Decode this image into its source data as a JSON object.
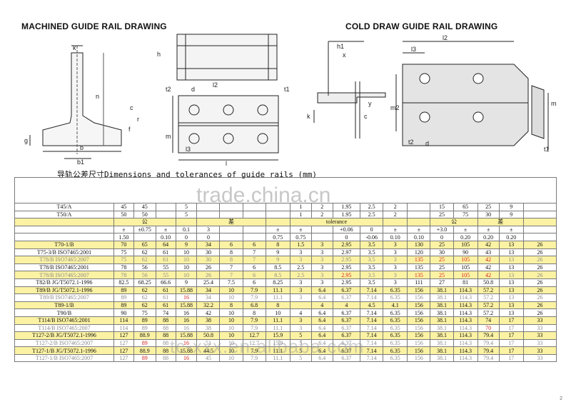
{
  "headings": {
    "left": "MACHINED GUIDE RAIL DRAWING",
    "right": "COLD DRAW GUIDE RAIL DRAWING"
  },
  "caption": "导轨公差尺寸Dimensions and tolerances of guide rails   (mm)",
  "watermarks": {
    "top": "trade.china.cn",
    "bottom": "tc-xxx.en.alibaba.com"
  },
  "drawing_labels": {
    "left_profile": [
      "k",
      "h",
      "n",
      "c",
      "f",
      "r",
      "g",
      "b1",
      "b"
    ],
    "middle": [
      "t2",
      "d",
      "t1",
      "l2",
      "m",
      "l3",
      "l"
    ],
    "right_profile": [
      "h1",
      "x",
      "y",
      "k",
      "c"
    ],
    "right_plate": [
      "l2",
      "l3",
      "m2",
      "m1",
      "t2",
      "d",
      "t1"
    ]
  },
  "page_number": "2",
  "table": {
    "top_rows": [
      [
        "T45/A",
        "45",
        "45",
        "",
        "5",
        "",
        "",
        "",
        "",
        "1",
        "2",
        "1.95",
        "2.5",
        "2",
        "",
        "15",
        "65",
        "25",
        "9",
        ""
      ],
      [
        "T50/A",
        "50",
        "50",
        "",
        "5",
        "",
        "",
        "",
        "",
        "1",
        "2",
        "1.95",
        "2.5",
        "2",
        "",
        "25",
        "75",
        "30",
        "9",
        ""
      ]
    ],
    "hdr1": {
      "gong1": "公",
      "cha1": "差",
      "tol": "tolerance",
      "gong2": "公",
      "cha2": "差"
    },
    "hdr2": [
      "",
      "±",
      "±0.75",
      "±",
      "0.1",
      "3",
      "",
      "",
      "±",
      "±",
      "",
      "+0.06",
      "0",
      "±",
      "±",
      "+3.0",
      "±",
      "±",
      "±",
      "",
      ""
    ],
    "hdr3": [
      "1.50",
      "",
      "0.10",
      "0",
      "0",
      "",
      "",
      "0.75",
      "0.75",
      "",
      "0",
      "-0.06",
      "0.10",
      "0.10",
      "0",
      "0.20",
      "0.20",
      "0.20",
      "",
      ""
    ],
    "rows": [
      {
        "s": "yellow",
        "c": [
          "T70-1/B",
          "70",
          "65",
          "64",
          "9",
          "34",
          "6",
          "6",
          "8",
          "1.5",
          "3",
          "2.95",
          "3.5",
          "3",
          "130",
          "25",
          "105",
          "42",
          "13",
          "26"
        ],
        "red": []
      },
      {
        "s": "",
        "c": [
          "T75-3/B ISO7465:2001",
          "75",
          "62",
          "61",
          "10",
          "30",
          "8",
          "7",
          "9",
          "3",
          "3",
          "2.97",
          "3.5",
          "3",
          "120",
          "30",
          "90",
          "43",
          "13",
          "26"
        ],
        "red": []
      },
      {
        "s": "yellow gray",
        "c": [
          "T78/B ISO7465:2007",
          "75",
          "62",
          "61",
          "10",
          "30",
          "8",
          "7",
          "9",
          "3",
          "3",
          "2.95",
          "3.5",
          "3",
          "135",
          "25",
          "105",
          "42",
          "13",
          "26"
        ],
        "red": [
          14,
          15,
          16,
          17
        ]
      },
      {
        "s": "",
        "c": [
          "T78/B ISO7465:2001",
          "78",
          "56",
          "55",
          "10",
          "26",
          "7",
          "6",
          "8.5",
          "2.5",
          "3",
          "2.95",
          "3.5",
          "3",
          "135",
          "25",
          "105",
          "42",
          "13",
          "26"
        ],
        "red": []
      },
      {
        "s": "yellow gray",
        "c": [
          "T78/B ISO7465:2007",
          "78",
          "56",
          "55",
          "10",
          "26",
          "7",
          "6",
          "8.5",
          "2.5",
          "3",
          "2.95",
          "3.5",
          "3",
          "135",
          "25",
          "105",
          "42",
          "13",
          "26"
        ],
        "red": [
          11,
          14,
          15,
          16,
          17
        ]
      },
      {
        "s": "",
        "c": [
          "T82/B JG/T5072.1-1996",
          "82.5",
          "68.25",
          "66.6",
          "9",
          "25.4",
          "7.5",
          "6",
          "8.25",
          "3",
          "3",
          "2.95",
          "3.5",
          "3",
          "111",
          "27",
          "81",
          "50.8",
          "13",
          "26"
        ],
        "red": []
      },
      {
        "s": "yellow",
        "c": [
          "T89/B JG/T5072.1-1996",
          "89",
          "62",
          "61",
          "15.88",
          "34",
          "10",
          "7.9",
          "11.1",
          "3",
          "6.4",
          "6.37",
          "7.14",
          "6.35",
          "156",
          "38.1",
          "114.3",
          "57.2",
          "13",
          "26"
        ],
        "red": []
      },
      {
        "s": "gray",
        "c": [
          "T89/B ISO7465:2007",
          "89",
          "62",
          "61",
          "16",
          "34",
          "10",
          "7.9",
          "11.1",
          "3",
          "6.4",
          "6.37",
          "7.14",
          "6.35",
          "156",
          "38.1",
          "114.3",
          "57.2",
          "13",
          "26"
        ],
        "red": [
          4
        ]
      },
      {
        "s": "yellow",
        "c": [
          "T89-1/B",
          "89",
          "62",
          "61",
          "15.88",
          "32.2",
          "8",
          "6.8",
          "8",
          "",
          "4",
          "4",
          "4.5",
          "4.1",
          "156",
          "38.1",
          "114.3",
          "57.2",
          "13",
          "26"
        ],
        "red": []
      },
      {
        "s": "",
        "c": [
          "T90/B",
          "90",
          "75",
          "74",
          "16",
          "42",
          "10",
          "8",
          "10",
          "4",
          "6.4",
          "6.37",
          "7.14",
          "6.35",
          "156",
          "38.1",
          "114.3",
          "57.2",
          "13",
          "26"
        ],
        "red": []
      },
      {
        "s": "yellow",
        "c": [
          "T114/B ISO7465:2001",
          "114",
          "89",
          "88",
          "16",
          "38",
          "10",
          "7.9",
          "11.1",
          "3",
          "6.4",
          "6.37",
          "7.14",
          "6.35",
          "156",
          "38.1",
          "114.3",
          "74",
          "17",
          "33"
        ],
        "red": []
      },
      {
        "s": "gray",
        "c": [
          "T114/B ISO7465:2007",
          "114",
          "89",
          "88",
          "16",
          "38",
          "10",
          "7.9",
          "11.1",
          "3",
          "6.4",
          "6.37",
          "7.14",
          "6.35",
          "156",
          "38.1",
          "114.3",
          "70",
          "17",
          "33"
        ],
        "red": [
          17
        ]
      },
      {
        "s": "yellow",
        "c": [
          "T127-2/B JG/T5072.1-1996",
          "127",
          "88.9",
          "88",
          "15.88",
          "50.8",
          "10",
          "12.7",
          "15.9",
          "5",
          "6.4",
          "6.37",
          "7.14",
          "6.35",
          "156",
          "38.1",
          "114.3",
          "79.4",
          "17",
          "33"
        ],
        "red": []
      },
      {
        "s": "gray",
        "c": [
          "T127-2/B ISO7465:2007",
          "127",
          "89",
          "88",
          "16",
          "51",
          "10",
          "12.7",
          "15.9",
          "5",
          "6.4",
          "6.37",
          "7.14",
          "6.35",
          "156",
          "38.1",
          "114.3",
          "79.4",
          "17",
          "33"
        ],
        "red": [
          2,
          4
        ]
      },
      {
        "s": "yellow",
        "c": [
          "T127-1/B JG/T5072.1-1996",
          "127",
          "88.9",
          "88",
          "15.88",
          "44.5",
          "10",
          "7.9",
          "11.1",
          "5",
          "6.4",
          "6.37",
          "7.14",
          "6.35",
          "156",
          "38.1",
          "114.3",
          "79.4",
          "17",
          "33"
        ],
        "red": []
      },
      {
        "s": "gray",
        "c": [
          "T127-1/B ISO7465:2007",
          "127",
          "89",
          "88",
          "16",
          "45",
          "10",
          "7.9",
          "11.1",
          "5",
          "6.4",
          "6.37",
          "7.14",
          "6.35",
          "156",
          "38.1",
          "114.3",
          "79.4",
          "17",
          "33"
        ],
        "red": [
          2,
          4
        ]
      }
    ]
  },
  "colors": {
    "highlight_row": "#fbf2a3",
    "header_row": "#f3eea8",
    "red_value": "#d62020",
    "gray_text": "#8a8a8a"
  }
}
